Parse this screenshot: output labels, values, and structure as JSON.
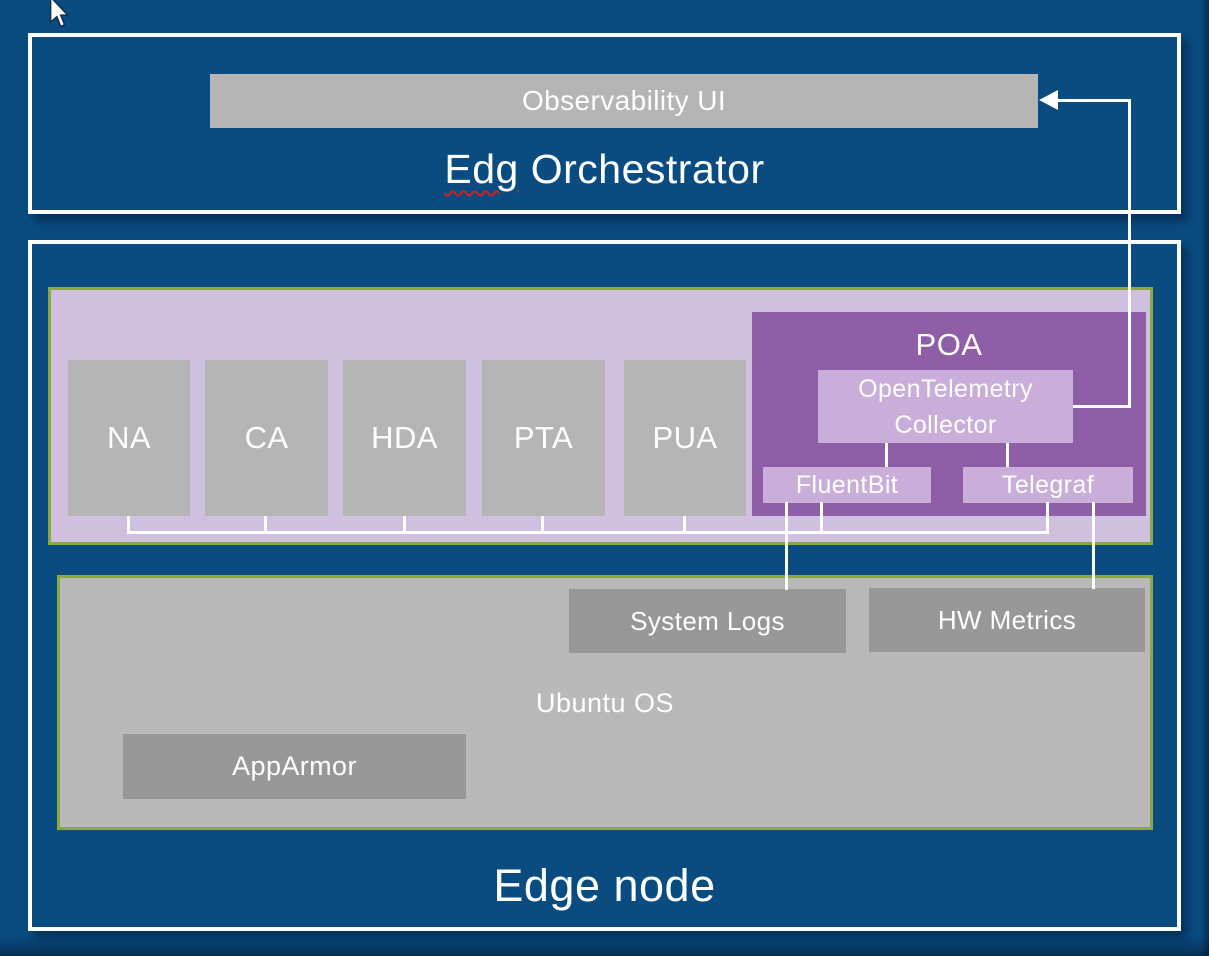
{
  "colors": {
    "bg": "#0A4B80",
    "lavender": "#CFC0DF",
    "poa": "#8E5FA7",
    "poaLight": "#C9AEDA",
    "grayLight": "#B5B5B5",
    "grayPanel": "#B9B9B9",
    "grayDark": "#989898",
    "olive": "#8CA93F",
    "line": "#FFFFFF",
    "squiggle": "#CC2222"
  },
  "orchestrator": {
    "observability_label": "Observability UI",
    "title_misspelled": "Edg",
    "title_rest": " Orchestrator"
  },
  "edge_node": {
    "title": "Edge node",
    "agents": [
      {
        "label": "NA"
      },
      {
        "label": "CA"
      },
      {
        "label": "HDA"
      },
      {
        "label": "PTA"
      },
      {
        "label": "PUA"
      }
    ],
    "poa": {
      "title": "POA",
      "collector_label": "OpenTelemetry Collector",
      "fluentbit_label": "FluentBit",
      "telegraf_label": "Telegraf"
    },
    "ubuntu": {
      "os_label": "Ubuntu OS",
      "system_logs_label": "System Logs",
      "hw_metrics_label": "HW Metrics",
      "apparmor_label": "AppArmor"
    }
  }
}
